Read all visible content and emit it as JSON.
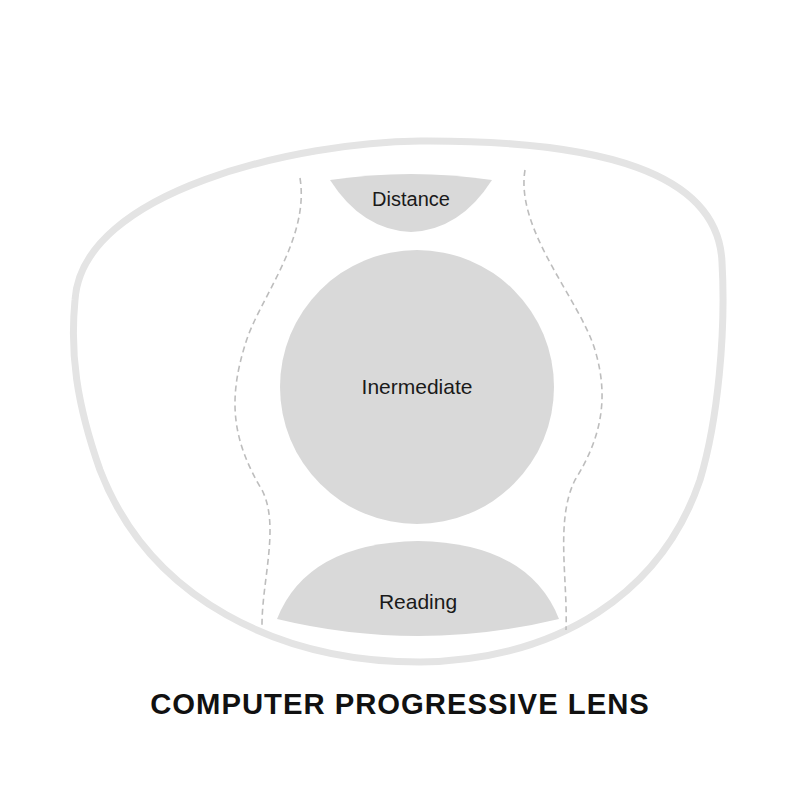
{
  "diagram": {
    "title": "COMPUTER PROGRESSIVE LENS",
    "nodes": [
      {
        "text": [
          "Distance"
        ]
      },
      {
        "text": [
          "Inermediate"
        ]
      },
      {
        "text": [
          "Reading"
        ]
      }
    ]
  }
}
